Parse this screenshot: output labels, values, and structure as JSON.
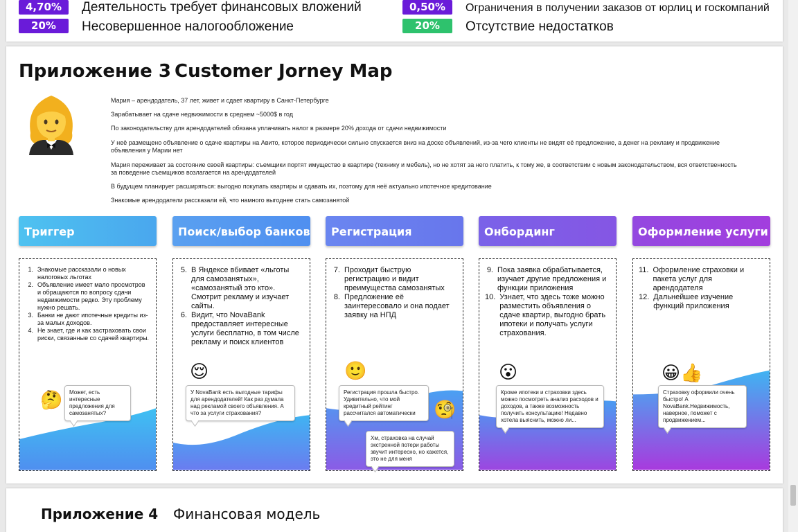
{
  "top_table": {
    "rows": [
      {
        "left_badge": "4,70%",
        "left_text": "Деятельность требует финансовых вложений",
        "right_badge": "0,50%",
        "right_text": "Ограничения в получении заказов от юрлиц и госкомпаний"
      },
      {
        "left_badge": "20%",
        "left_text": "Несовершенное налогообложение",
        "right_badge": "20%",
        "right_text": "Отсутствие недостатков"
      }
    ],
    "colors": {
      "purple": "#6a1bd9",
      "green": "#2ec26d"
    }
  },
  "appendix3": {
    "number": "Приложение 3",
    "title": "Customer Jorney Map",
    "avatar_icon": "woman-emoji-icon",
    "persona": [
      "Мария – арендодатель, 37 лет, живет и сдает квартиру в Санкт-Петербурге",
      "Зарабатывает на сдаче недвижимости в среднем ~5000$ в год",
      "По законодательству для арендодателей обязана уплачивать налог в размере 20% дохода от сдачи недвижимости",
      "У неё размещено объявление о сдаче квартиры на Авито, которое периодически сильно спускается вниз на доске объявлений, из-за чего клиенты не видят её предложение, а денег на рекламу и продвижение объявления у Марии нет",
      "Мария переживает за состояние своей квартиры: съемщики портят имущество в квартире (технику и мебель), но не хотят за него платить, к тому же, в соответствии с новым законодательством, вся ответственность за поведение съемщиков возлагается на арендодателей",
      "В будущем планирует расширяться: выгодно покупать квартиры и сдавать их, поэтому для неё актуально ипотечное кредитование",
      "Знакомые арендодатели рассказали ей, что намного выгоднее стать самозанятой"
    ],
    "stages": [
      {
        "header": "Триггер",
        "items": [
          {
            "n": "1.",
            "text": "Знакомые рассказали о новых налоговых льготах"
          },
          {
            "n": "2.",
            "text": "Объявление имеет мало просмотров и обращаются по вопросу сдачи недвижимости редко. Эту проблему нужно решать."
          },
          {
            "n": "3.",
            "text": "Банки не дают ипотечные кредиты из-за малых доходов."
          },
          {
            "n": "4.",
            "text": "Не знает, где и как застраховать свои риски, связанные со сдачей квартиры."
          }
        ],
        "bubbles": [
          "Может, есть интересные предложения для самозанятых?"
        ],
        "emojis": [
          "🤔"
        ]
      },
      {
        "header": "Поиск/выбор банков",
        "items": [
          {
            "n": "5.",
            "text": "В Яндексе вбивает «льготы для самозанятых», «самозанятый это кто». Смотрит рекламу и изучает сайты."
          },
          {
            "n": "6.",
            "text": "Видит, что NovaBank предоставляет интересные услуги бесплатно, в том числе рекламу и поиск клиентов"
          }
        ],
        "bubbles": [
          "У NovaBank есть выгодные тарифы для арендодателей! Как раз думала над рекламой своего объявления. А что за услуги страхования?"
        ],
        "emojis": [
          "😌"
        ]
      },
      {
        "header": "Регистрация",
        "items": [
          {
            "n": "7.",
            "text": "Проходит быструю регистрацию и видит преимущества самозанятых"
          },
          {
            "n": "8.",
            "text": "Предложение её заинтересовало и она подает заявку на НПД"
          }
        ],
        "bubbles": [
          "Регистрация прошла быстро. Удивительно, что мой кредитный рейтинг рассчитался автоматически",
          "Хм, страховка на случай экстренной потери работы звучит интересно, но кажется, это не для меня"
        ],
        "emojis": [
          "🙂",
          "🧐"
        ]
      },
      {
        "header": "Онбординг",
        "items": [
          {
            "n": "9.",
            "text": "Пока заявка обрабатывается, изучает другие предложения и функции приложения"
          },
          {
            "n": "10.",
            "text": "Узнает, что здесь тоже можно разместить объявления о сдаче квартир, выгодно брать ипотеки и получать услуги страхования."
          }
        ],
        "bubbles": [
          "Кроме ипотеки и страховки здесь можно посмотреть анализ расходов и доходов, а также возможность получить консультацию! Недавно хотела выяснить, можно ли..."
        ],
        "emojis": [
          "😮"
        ]
      },
      {
        "header": "Оформление услуги",
        "items": [
          {
            "n": "11.",
            "text": "Оформление страховки и пакета услуг для арендодателя"
          },
          {
            "n": "12.",
            "text": "Дальнейшее изучение функций приложения"
          }
        ],
        "bubbles": [
          "Страховку оформили очень быстро! А NovaBank.Недвижимость, наверное, поможет с продвижением..."
        ],
        "emojis": [
          "😀👍"
        ]
      }
    ]
  },
  "appendix4": {
    "number": "Приложение 4",
    "title": "Финансовая модель"
  }
}
